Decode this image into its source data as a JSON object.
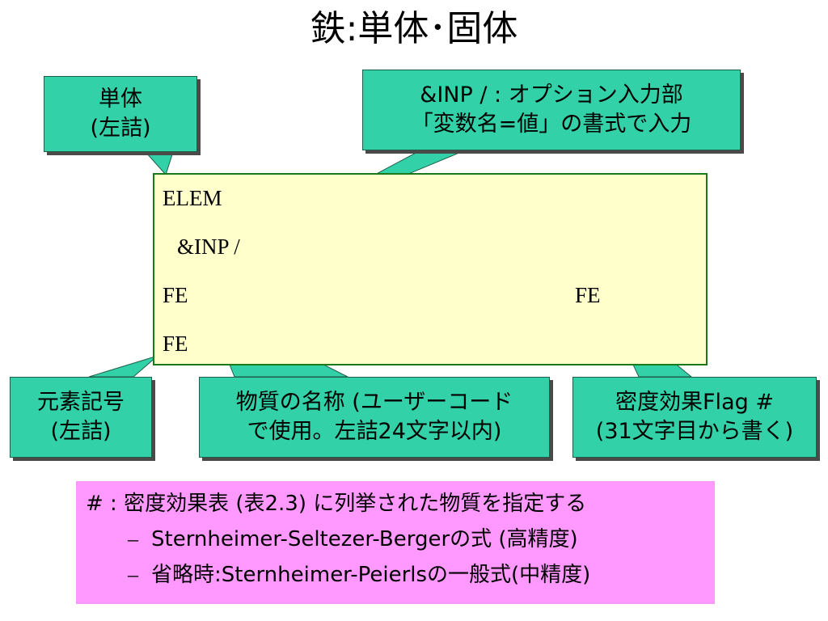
{
  "title": "鉄:単体･固体",
  "callouts": {
    "tanntai": {
      "line1": "単体",
      "line2": "(左詰)"
    },
    "inp": {
      "line1": "&INP / : オプション入力部",
      "line2": "「変数名=値」の書式で入力"
    },
    "element_symbol": {
      "line1": "元素記号",
      "line2": "(左詰)"
    },
    "material_name": {
      "line1": "物質の名称 (ユーザーコード",
      "line2": "で使用。左詰24文字以内)"
    },
    "density_flag": {
      "line1": "密度効果Flag #",
      "line2": "(31文字目から書く)"
    }
  },
  "code_lines": {
    "line1": "ELEM",
    "line2": "&INP /",
    "line3_left": "FE",
    "line3_right": "FE",
    "line4": "FE"
  },
  "note": {
    "line1": "# : 密度効果表 (表2.3) に列挙された物質を指定する",
    "items": [
      {
        "dash": "–",
        "text": "Sternheimer-Seltezer-Bergerの式 (高精度)"
      },
      {
        "dash": "–",
        "text": "省略時:Sternheimer-Peierlsの一般式(中精度)"
      }
    ]
  },
  "colors": {
    "callout_fill": "#33d1a8",
    "codebox_fill": "#ffffcc",
    "codebox_border": "#1a7a1a",
    "note_fill": "#ff99ff"
  }
}
